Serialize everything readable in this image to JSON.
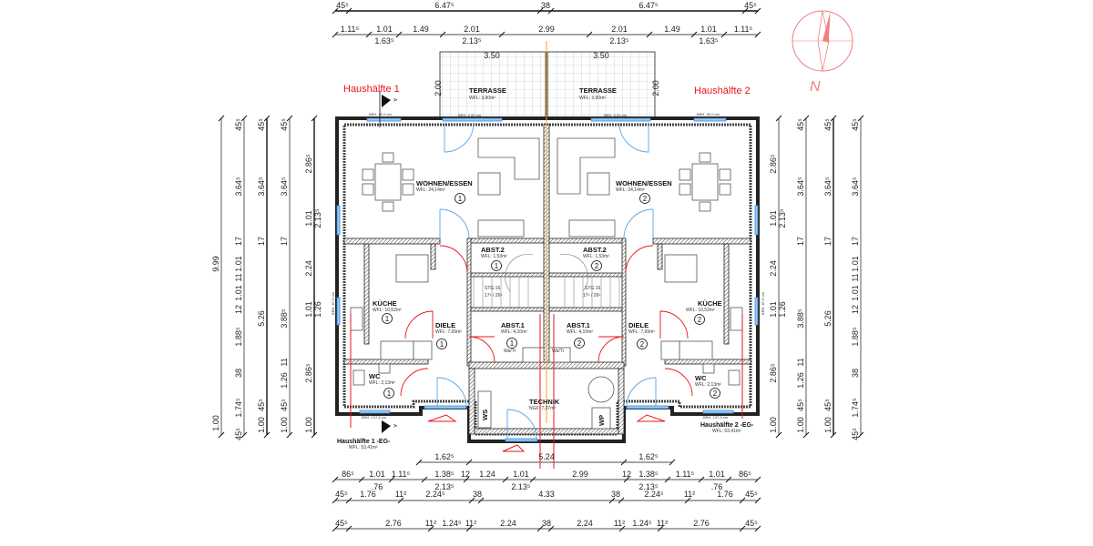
{
  "labels": {
    "half1_red": "Haushälfte 1",
    "half2_red": "Haushälfte 2",
    "half1_title": "Haushälfte 1 -EG-",
    "half1_area": "WFL: 53,41m²",
    "half2_title": "Haushälfte 2 -EG-",
    "half2_area": "WFL: 53,41m²",
    "section_marker": "A",
    "compass_north": "N"
  },
  "rooms": {
    "terrace": {
      "name": "TERRASSE",
      "area": "WFL: 3,90m²"
    },
    "living": {
      "name": "WOHNEN/ESSEN",
      "area": "WFL: 24,14m²"
    },
    "kitchen": {
      "name": "KÜCHE",
      "area": "WFL: 10,52m²"
    },
    "hall": {
      "name": "DIELE",
      "area": "WFL: 7,69m²"
    },
    "storage1": {
      "name": "ABST.1",
      "area": "WFL: 4,10m²"
    },
    "storage2": {
      "name": "ABST.2",
      "area": "WFL: 1,53m²"
    },
    "wc": {
      "name": "WC",
      "area": "WFL: 2,13m²"
    },
    "stairs": {
      "name": "STG 16",
      "steps": "17⁵ / 26⁵"
    },
    "technik": {
      "name": "TECHNIK",
      "area": "NGF: 7,37m²"
    },
    "unit1": "1",
    "unit2": "2"
  },
  "fixtures": {
    "ws": "WS",
    "wp": "WP",
    "washer": "Wa/Tr"
  },
  "sill_heights": {
    "top_window": "BRH. 50,0 cm",
    "terrace_door": "BRH. 0,00 cm",
    "side_window": "BRH. 87,5 cm",
    "bottom_window": "BRH. 137,5 cm"
  },
  "dimensions": {
    "top_row1": [
      "45⁵",
      "6.47⁵",
      "38",
      "6.47⁵",
      "45⁵"
    ],
    "top_row2_upper": [
      "1.11⁵",
      "1.01",
      "1.49",
      "2.01",
      "2.99",
      "2.01",
      "1.49",
      "1.01",
      "1.11⁵"
    ],
    "top_row2_lower": [
      "1.63⁵",
      "2.13⁵",
      "2.13⁵",
      "1.63⁵"
    ],
    "terrace_width": "3.50",
    "terrace_depth": "2.00",
    "bottom_row1": [
      "1.62⁵",
      "5.24",
      "1.62⁵"
    ],
    "bottom_row2_upper": [
      "86⁵",
      "1.01",
      "1.11⁵",
      "1.38⁵",
      "12",
      "1.24",
      "1.01",
      "2.99",
      "12",
      "1.38⁵",
      "1.11⁵",
      "1.01",
      "86⁵"
    ],
    "bottom_row2_lower": [
      ".76",
      "2.13⁵",
      "2.13⁵",
      "2.13⁵",
      ".76"
    ],
    "bottom_row3": [
      "45⁵",
      "1.76",
      "11²",
      "2.24⁵",
      "38",
      "4.33",
      "38",
      "2.24⁵",
      "11²",
      "1.76",
      "45⁵"
    ],
    "bottom_row4": [
      "45⁵",
      "2.76",
      "11²",
      "1.24⁵",
      "11²",
      "2.24",
      "38",
      "2.24",
      "11²",
      "1.24⁵",
      "11²",
      "2.76",
      "45⁵"
    ],
    "vert_a": [
      "9.99",
      "1.00"
    ],
    "vert_b": [
      "45⁵",
      "3.64⁵",
      "17",
      "1.01",
      "11",
      "1.01",
      "12",
      "1.88⁵",
      "38",
      "1.74⁵",
      "45⁵"
    ],
    "vert_c": [
      "45⁵",
      "3.64⁵",
      "17",
      "5.26",
      "45⁵",
      "1.00"
    ],
    "vert_d": [
      "45⁵",
      "3.64⁵",
      "17",
      "3.88⁵",
      "11",
      "1.26",
      "45⁵",
      "1.00"
    ],
    "vert_e": [
      "2.86⁵",
      "1.01",
      "2.13⁵",
      "2.24",
      "1.01",
      "1.26",
      "2.86⁵",
      "1.00"
    ]
  },
  "colors": {
    "annotation_red": "#e8141b",
    "window_blue": "#3a8ddd",
    "axis_orange": "#f5a623",
    "compass_pink": "#f08080"
  }
}
